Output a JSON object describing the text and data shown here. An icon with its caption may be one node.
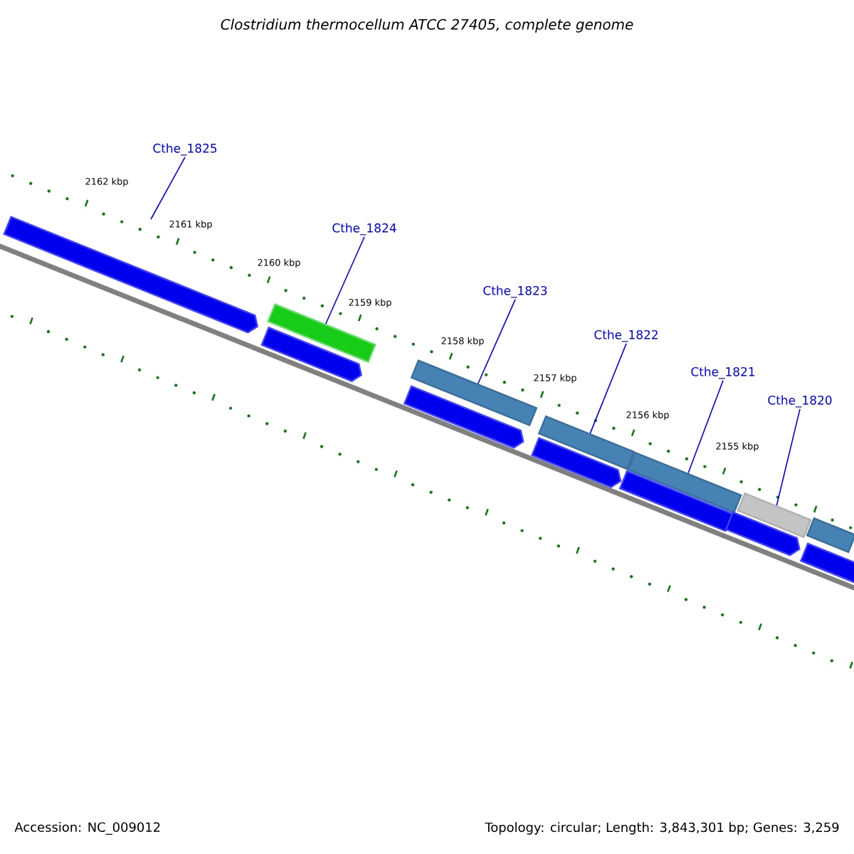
{
  "diagram": {
    "title": "Clostridium thermocellum ATCC 27405, complete genome",
    "nodes": [
      {
        "text": [
          "Cthe_1825"
        ]
      },
      {
        "text": [
          "Cthe_1824"
        ]
      },
      {
        "text": [
          "Cthe_1823"
        ]
      },
      {
        "text": [
          "Cthe_1822"
        ]
      },
      {
        "text": [
          "Cthe_1821"
        ]
      },
      {
        "text": [
          "Cthe_1820"
        ]
      },
      {
        "text": [],
        "shape": "bar"
      },
      {
        "text": [],
        "shape": "bar"
      },
      {
        "text": [],
        "shape": "bar"
      },
      {
        "text": [],
        "shape": "bar"
      },
      {
        "text": [],
        "shape": "bar"
      },
      {
        "text": [],
        "shape": "bar"
      },
      {
        "text": [],
        "shape": "arrow"
      },
      {
        "text": [],
        "shape": "arrow"
      },
      {
        "text": [],
        "shape": "arrow"
      },
      {
        "text": [],
        "shape": "arrow"
      },
      {
        "text": [],
        "shape": "arrow"
      },
      {
        "text": [],
        "shape": "arrow"
      },
      {
        "text": [],
        "shape": "arrow"
      }
    ],
    "edges": [
      {
        "from": 0,
        "to": null,
        "arrow": "none"
      },
      {
        "from": 1,
        "to": 6,
        "arrow": "none"
      },
      {
        "from": 2,
        "to": 7,
        "arrow": "none"
      },
      {
        "from": 3,
        "to": 8,
        "arrow": "none"
      },
      {
        "from": 4,
        "to": 9,
        "arrow": "none"
      },
      {
        "from": 5,
        "to": 10,
        "arrow": "none"
      }
    ],
    "labels": [
      "2162 kbp",
      "2161 kbp",
      "2160 kbp",
      "2159 kbp",
      "2158 kbp",
      "2157 kbp",
      "2156 kbp",
      "2155 kbp",
      "Accession: NC_009012",
      "Topology: circular; Length: 3,843,301 bp; Genes: 3,259"
    ]
  }
}
